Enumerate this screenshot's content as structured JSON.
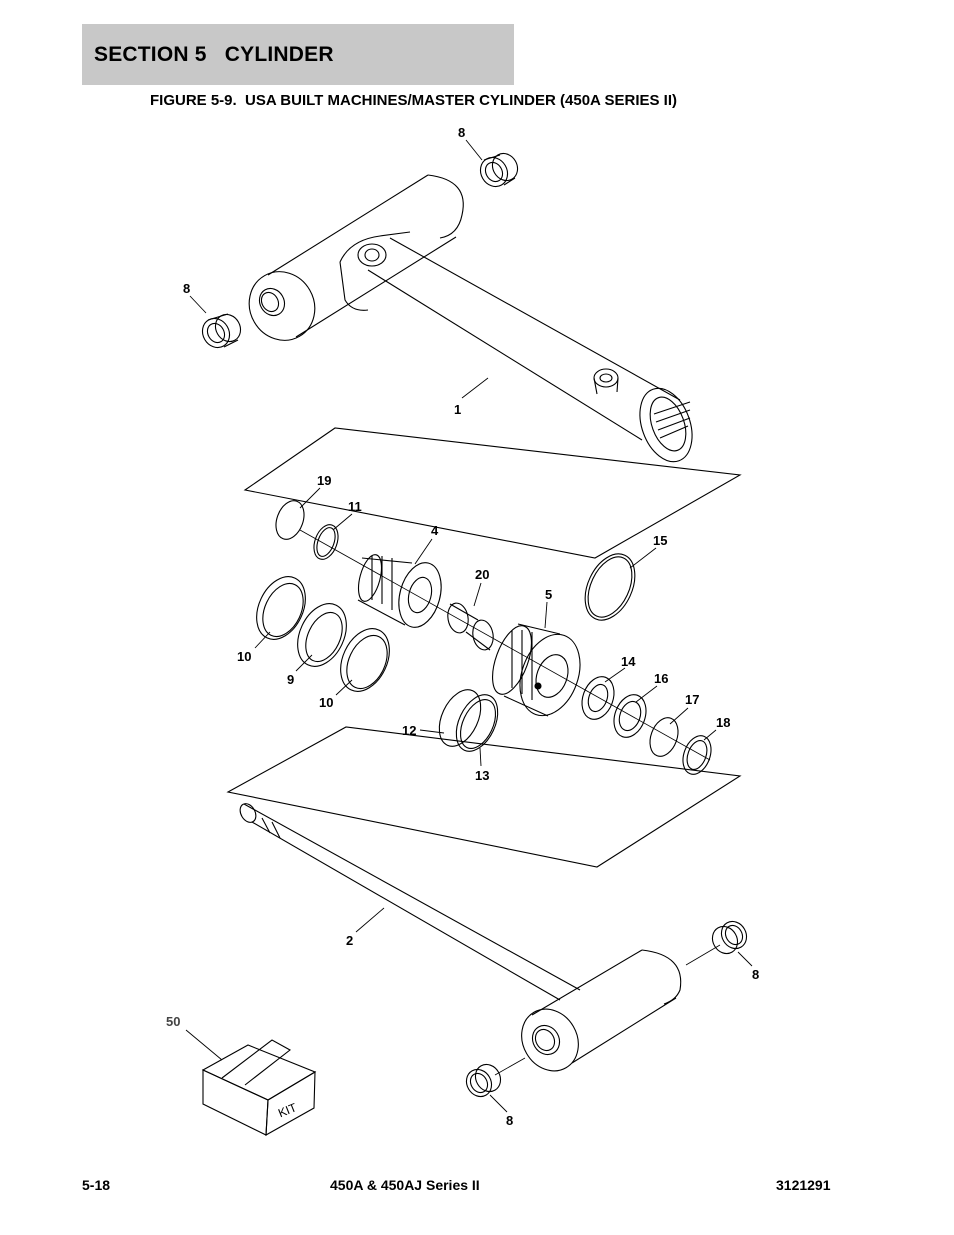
{
  "header": {
    "section_label": "SECTION 5   CYLINDER"
  },
  "figure": {
    "title": "FIGURE 5-9.  USA BUILT MACHINES/MASTER CYLINDER (450A SERIES II)"
  },
  "callouts": {
    "c8_top": "8",
    "c8_left": "8",
    "c1": "1",
    "c19": "19",
    "c11": "11",
    "c4": "4",
    "c15": "15",
    "c20": "20",
    "c5": "5",
    "c10_left": "10",
    "c9": "9",
    "c10_right": "10",
    "c14": "14",
    "c16": "16",
    "c17": "17",
    "c18": "18",
    "c12": "12",
    "c13": "13",
    "c2": "2",
    "c8_right": "8",
    "c8_bottom": "8",
    "c50": "50"
  },
  "kit_box": {
    "label": "KIT"
  },
  "footer": {
    "page_number": "5-18",
    "model": "450A & 450AJ Series II",
    "doc_number": "3121291"
  }
}
